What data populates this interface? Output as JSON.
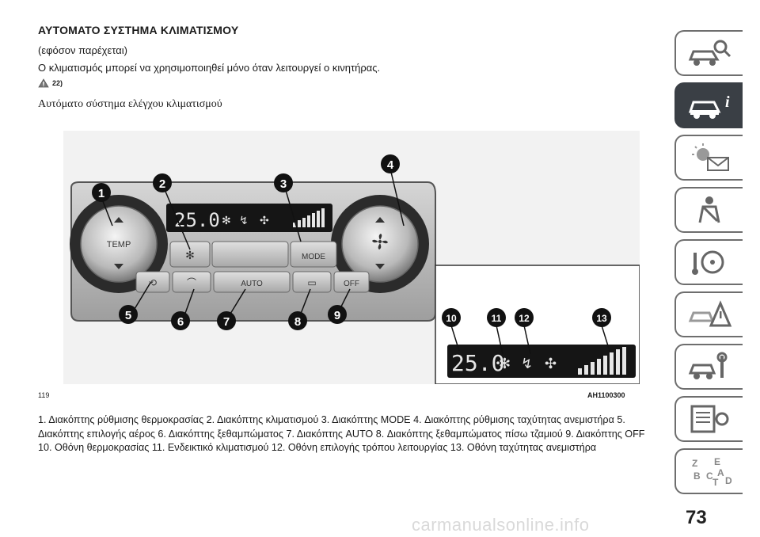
{
  "header": {
    "title": "ΑΥΤΟΜΑΤΟ ΣΥΣΤΗΜΑ ΚΛΙΜΑΤΙΣΜΟΥ",
    "subtitle": "(εφόσον παρέχεται)",
    "intro": "Ο κλιματισμός μπορεί να χρησιμοποιηθεί μόνο όταν λειτουργεί ο κινητήρας.",
    "warning_ref": "22)"
  },
  "section_title": "Αυτόματο σύστημα ελέγχου κλιματισμού",
  "figure": {
    "number": "119",
    "code": "AH1100300",
    "display_temp": "25.0",
    "knob_left_label": "TEMP",
    "mode_label": "MODE",
    "auto_label": "AUTO",
    "off_label": "OFF",
    "callouts": [
      "1",
      "2",
      "3",
      "4",
      "5",
      "6",
      "7",
      "8",
      "9",
      "10",
      "11",
      "12",
      "13"
    ]
  },
  "caption": "1. Διακόπτης ρύθμισης θερμοκρασίας  2. Διακόπτης κλιματισμού  3. Διακόπτης MODE  4. Διακόπτης ρύθμισης ταχύτητας ανεμιστήρα  5. Διακόπτης επιλογής αέρος  6. Διακόπτης ξεθαμπώματος  7. Διακόπτης AUTO  8. Διακόπτης ξεθαμπώματος πίσω τζαμιού  9. Διακόπτης OFF  10. Οθόνη θερμοκρασίας  11. Ενδεικτικό κλιματισμού  12. Οθόνη επιλογής τρόπου λειτουργίας  13. Οθόνη ταχύτητας ανεμιστήρα",
  "sidebar": {
    "tabs": [
      {
        "name": "car-search-icon",
        "active": false
      },
      {
        "name": "car-info-icon",
        "active": true
      },
      {
        "name": "warning-lights-icon",
        "active": false
      },
      {
        "name": "safety-seatbelt-icon",
        "active": false
      },
      {
        "name": "steering-key-icon",
        "active": false
      },
      {
        "name": "emergency-triangle-icon",
        "active": false
      },
      {
        "name": "car-service-icon",
        "active": false
      },
      {
        "name": "technical-data-icon",
        "active": false
      },
      {
        "name": "index-letters-icon",
        "active": false
      }
    ],
    "page_number": "73"
  },
  "watermark": "carmanualsonline.info",
  "colors": {
    "active_tab": "#3a3f45",
    "tab_border": "#6e6e6e",
    "lcd_bg": "#e8e8e8"
  }
}
